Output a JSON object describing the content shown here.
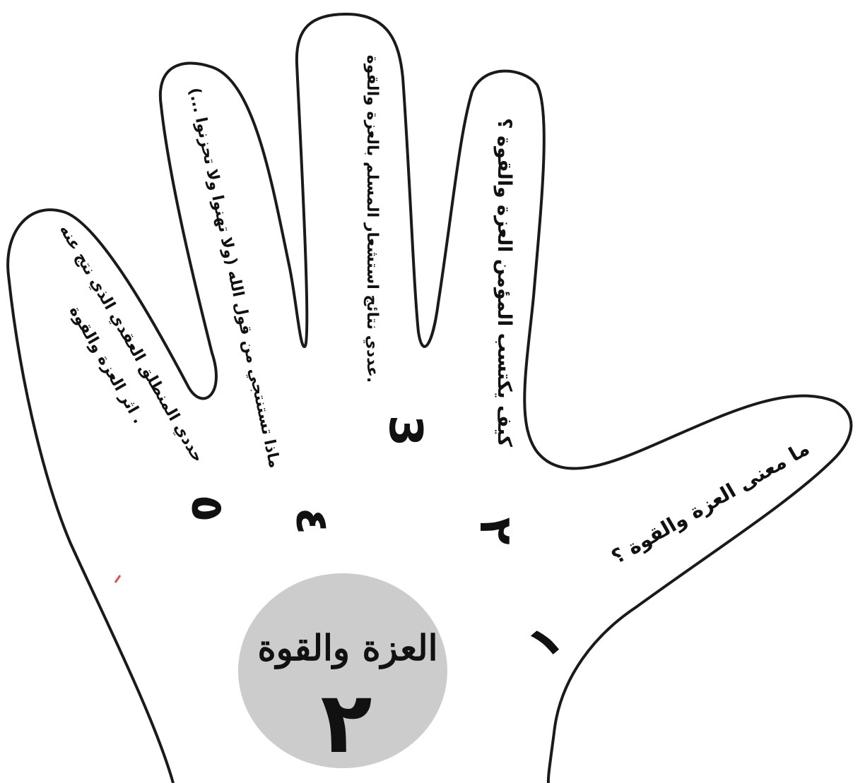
{
  "center": {
    "title": "العزة والقوة",
    "number": "٢",
    "fill_color": "#cccccc"
  },
  "fingers": [
    {
      "id": "thumb",
      "number": "١",
      "text": "ما معنى العزة والقوة ؟"
    },
    {
      "id": "index",
      "number": "٢",
      "text": "كيف يكتسب المؤمن العزة والقوة ؟"
    },
    {
      "id": "middle",
      "number": "3",
      "text": "عددي نتائج استشعار المسلم بالعزة والقوة."
    },
    {
      "id": "ring",
      "number": "٤",
      "text": "ماذا تستنتجي من قول الله (ولا تهنوا ولا تحزنوا ...)"
    },
    {
      "id": "little",
      "number": "٥",
      "text_line1": "حددي المنطلق العقدي الذي نتج عنه",
      "text_line2": "اثر العزة والقوة ."
    }
  ],
  "colors": {
    "outline": "#1a1a1a",
    "text": "#111111",
    "accent_mark": "#d9534f"
  }
}
